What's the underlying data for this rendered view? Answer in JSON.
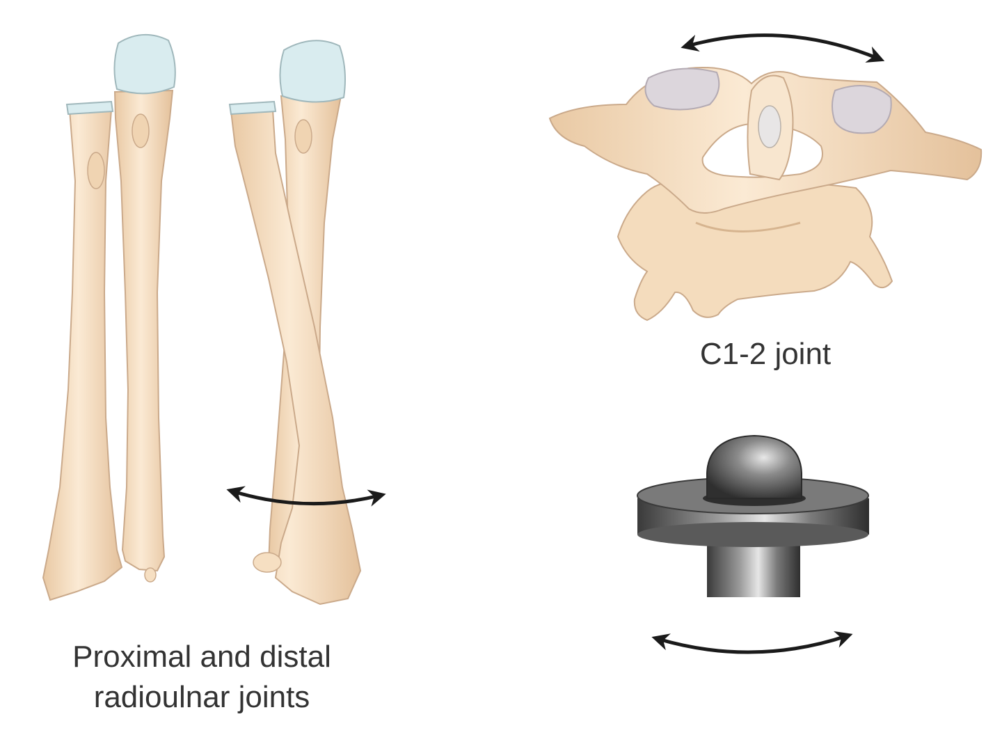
{
  "labels": {
    "c12_joint": "C1-2 joint",
    "radioulnar_line1": "Proximal and distal",
    "radioulnar_line2": "radioulnar joints"
  },
  "colors": {
    "bone": "#f6dfc2",
    "bone_outline": "#caa98a",
    "cartilage": "#d9ecef",
    "metal": "#555555",
    "arrow": "#1a1a1a",
    "text": "#333333"
  }
}
